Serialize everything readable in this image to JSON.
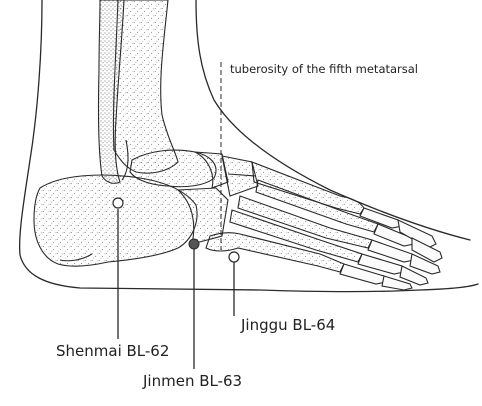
{
  "figure": {
    "annotation": "tuberosity of the fifth metatarsal",
    "points": [
      {
        "label": "Shenmai BL-62",
        "marker": "open"
      },
      {
        "label": "Jinmen BL-63",
        "marker": "filled"
      },
      {
        "label": "Jinggu BL-64",
        "marker": "open"
      }
    ]
  },
  "colors": {
    "line": "#2a2a2a",
    "bone_fill": "#fbfbfb",
    "stipple": "#6a6a6a",
    "marker_filled": "#555555",
    "background": "#ffffff"
  }
}
